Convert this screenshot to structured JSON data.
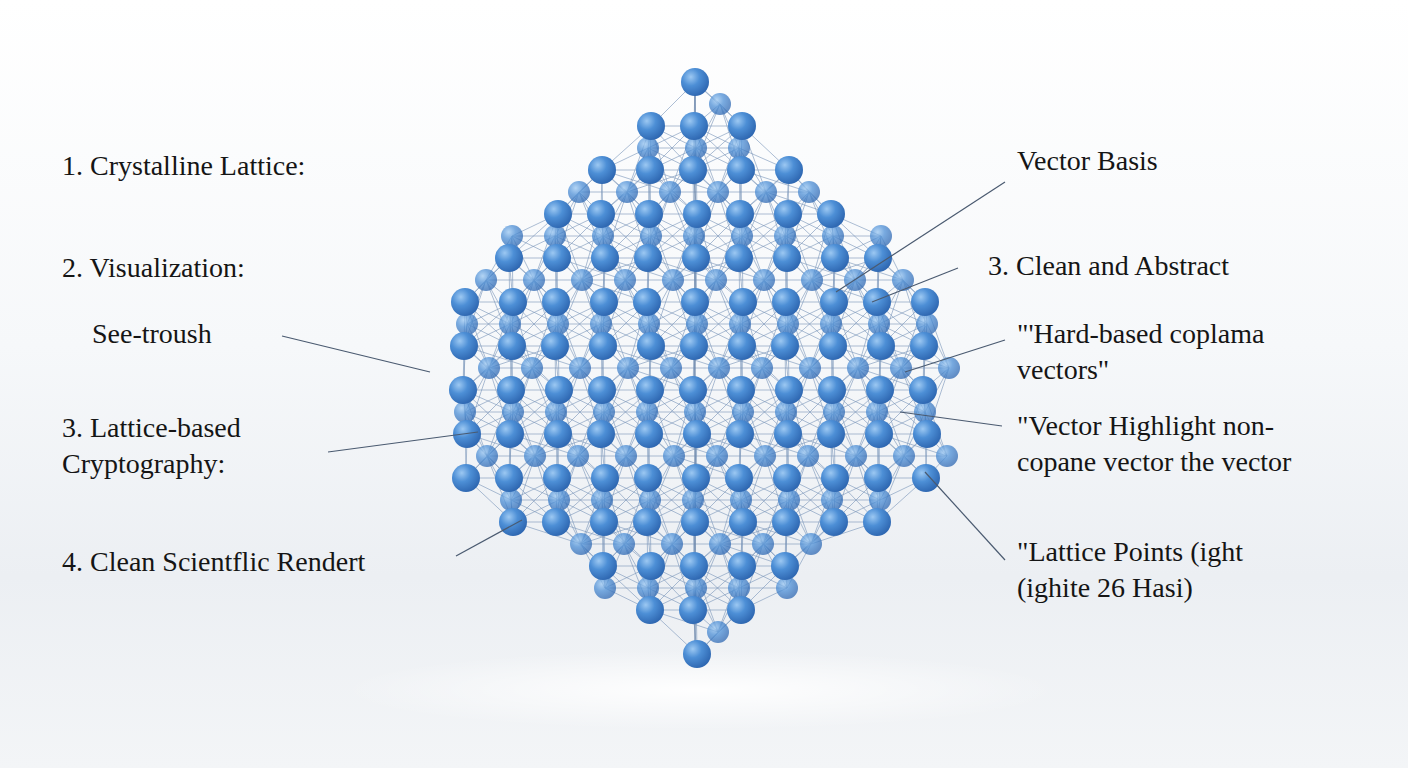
{
  "diagram": {
    "labels": [
      "1. Crystalline Lattice:",
      "2. Visualization:",
      "See-troush",
      "3. Lattice-based Cryptography:",
      "4. Clean Scientflic Rendert",
      "Vector Basis",
      "3. Clean and Abstract",
      "\"'Hard-based coplama vectors\"",
      "\"Vector Highlight non-copane vector the vector",
      "\"Lattice Points (ight (ighite 26 Hasi)"
    ]
  }
}
